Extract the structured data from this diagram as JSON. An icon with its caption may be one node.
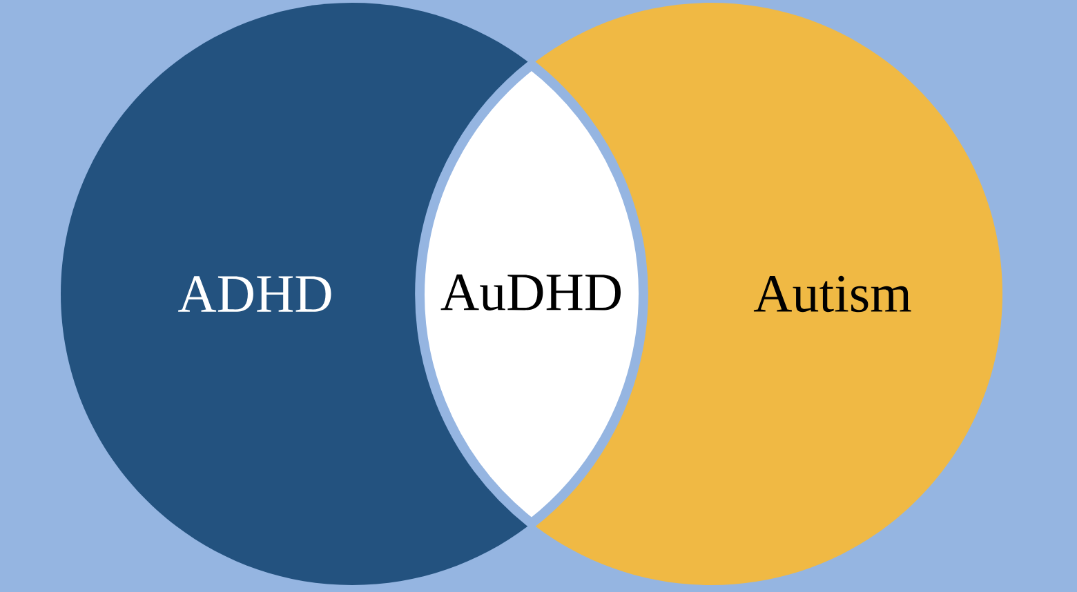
{
  "diagram": {
    "nodes": [
      {
        "text": [
          "ADHD"
        ]
      },
      {
        "text": [
          "AuDHD"
        ]
      },
      {
        "text": [
          "Autism"
        ]
      }
    ]
  }
}
